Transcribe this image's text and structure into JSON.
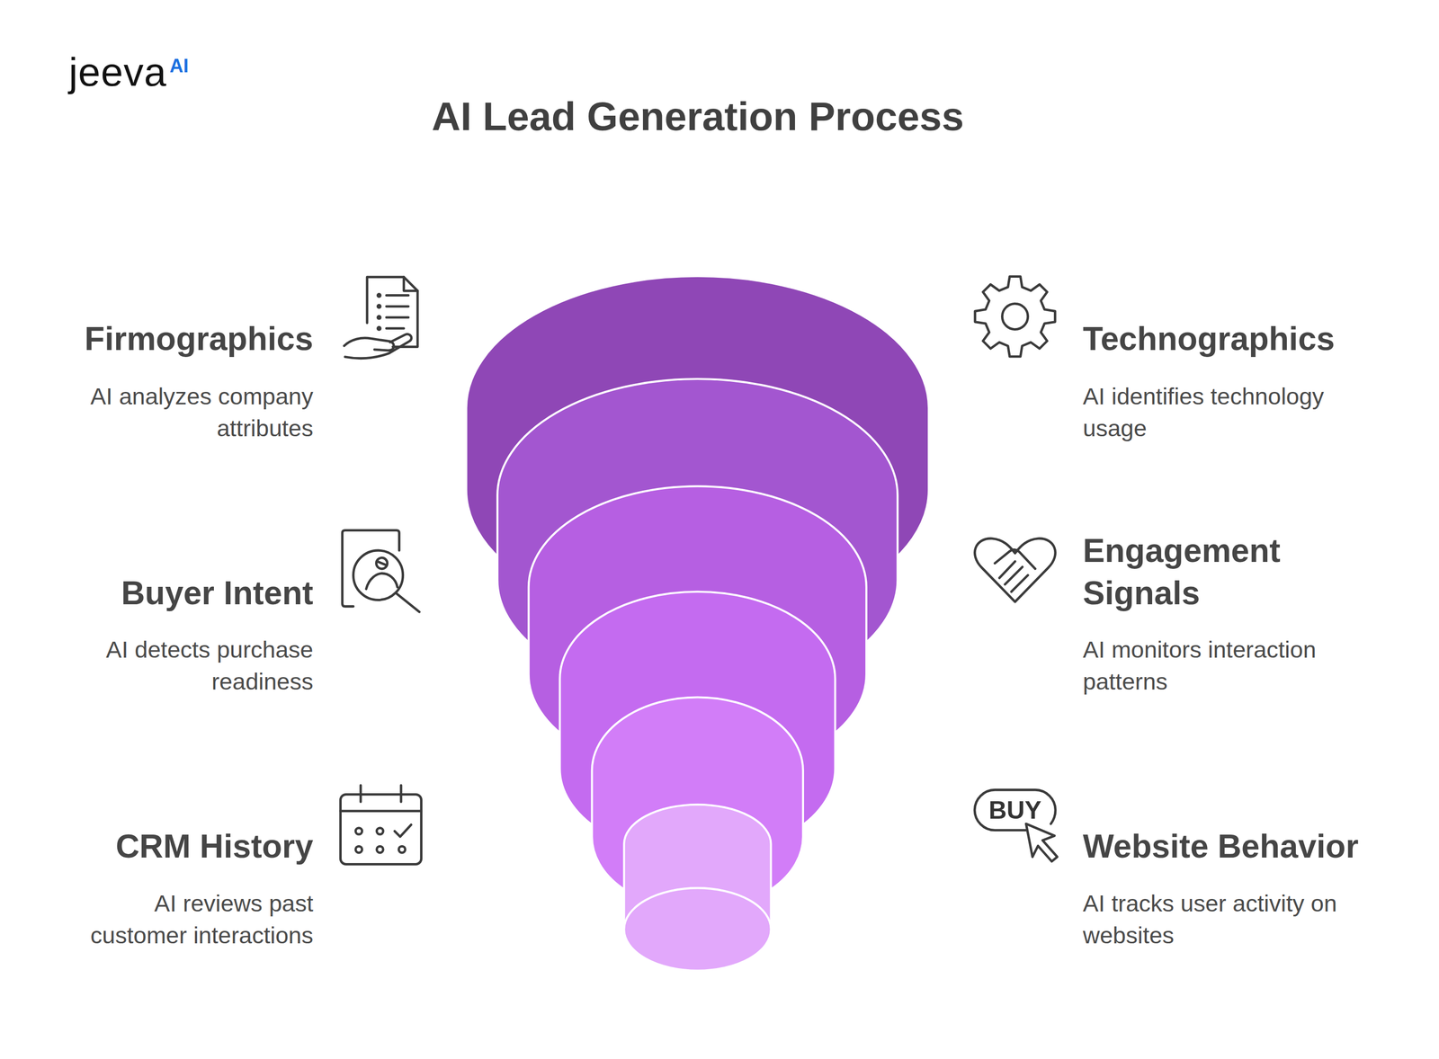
{
  "diagram": {
    "title": "AI Lead Generation Process",
    "labels": [
      "jeeva",
      "AI",
      "Firmographics",
      "AI analyzes company attributes",
      "Technographics",
      "AI identifies technology usage",
      "Buyer Intent",
      "AI detects purchase readiness",
      "Engagement Signals",
      "AI monitors interaction patterns",
      "CRM History",
      "AI reviews past customer interactions",
      "BUY",
      "Website Behavior",
      "AI tracks user activity on websites"
    ]
  }
}
